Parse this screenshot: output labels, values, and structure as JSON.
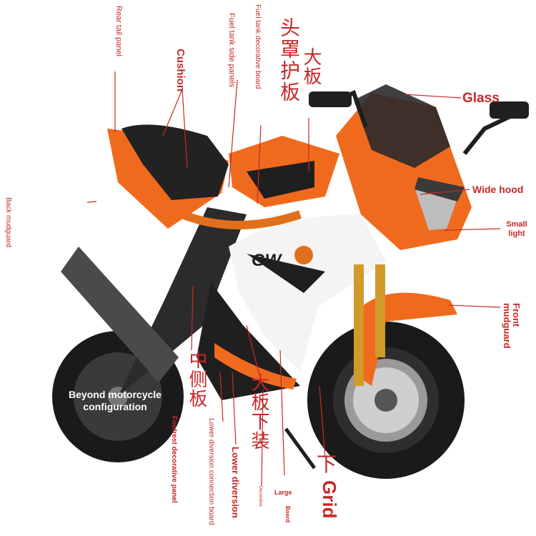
{
  "colors": {
    "label_red": "#c62828",
    "bike_orange": "#f06a1e",
    "bike_black": "#1f1f1f",
    "bike_white": "#f4f4f4",
    "caption_white": "#ffffff"
  },
  "labels": {
    "rear_tail_panel": "Rear tail panel",
    "cushion": "Cushion",
    "fuel_tank_side_panels": "Fuel tank side panels",
    "fuel_tank_decorative_board": "Fuel tank decorative board",
    "head_cover_guard": "头罩护板",
    "big_board": "大板",
    "glass": "Glass",
    "wide_hood": "Wide hood",
    "small_light": "Small light",
    "back_mudguard": "Back mudguard",
    "front_mudguard": "Front mudguard",
    "middle_side_board": "中侧板",
    "big_board_lower": "大板下装",
    "footrest_decorative_panel": "Footrest decorative panel",
    "lower_diversion_connection_board": "Lower diversion connection board",
    "lower_diversion": "Lower diversion",
    "decorative": "Decorative",
    "large": "Large",
    "board": "Board",
    "lower_cn": "下",
    "grid": "Grid"
  },
  "caption": {
    "line1": "Beyond motorcycle",
    "line2": "configuration"
  },
  "bike_badge": "GW"
}
